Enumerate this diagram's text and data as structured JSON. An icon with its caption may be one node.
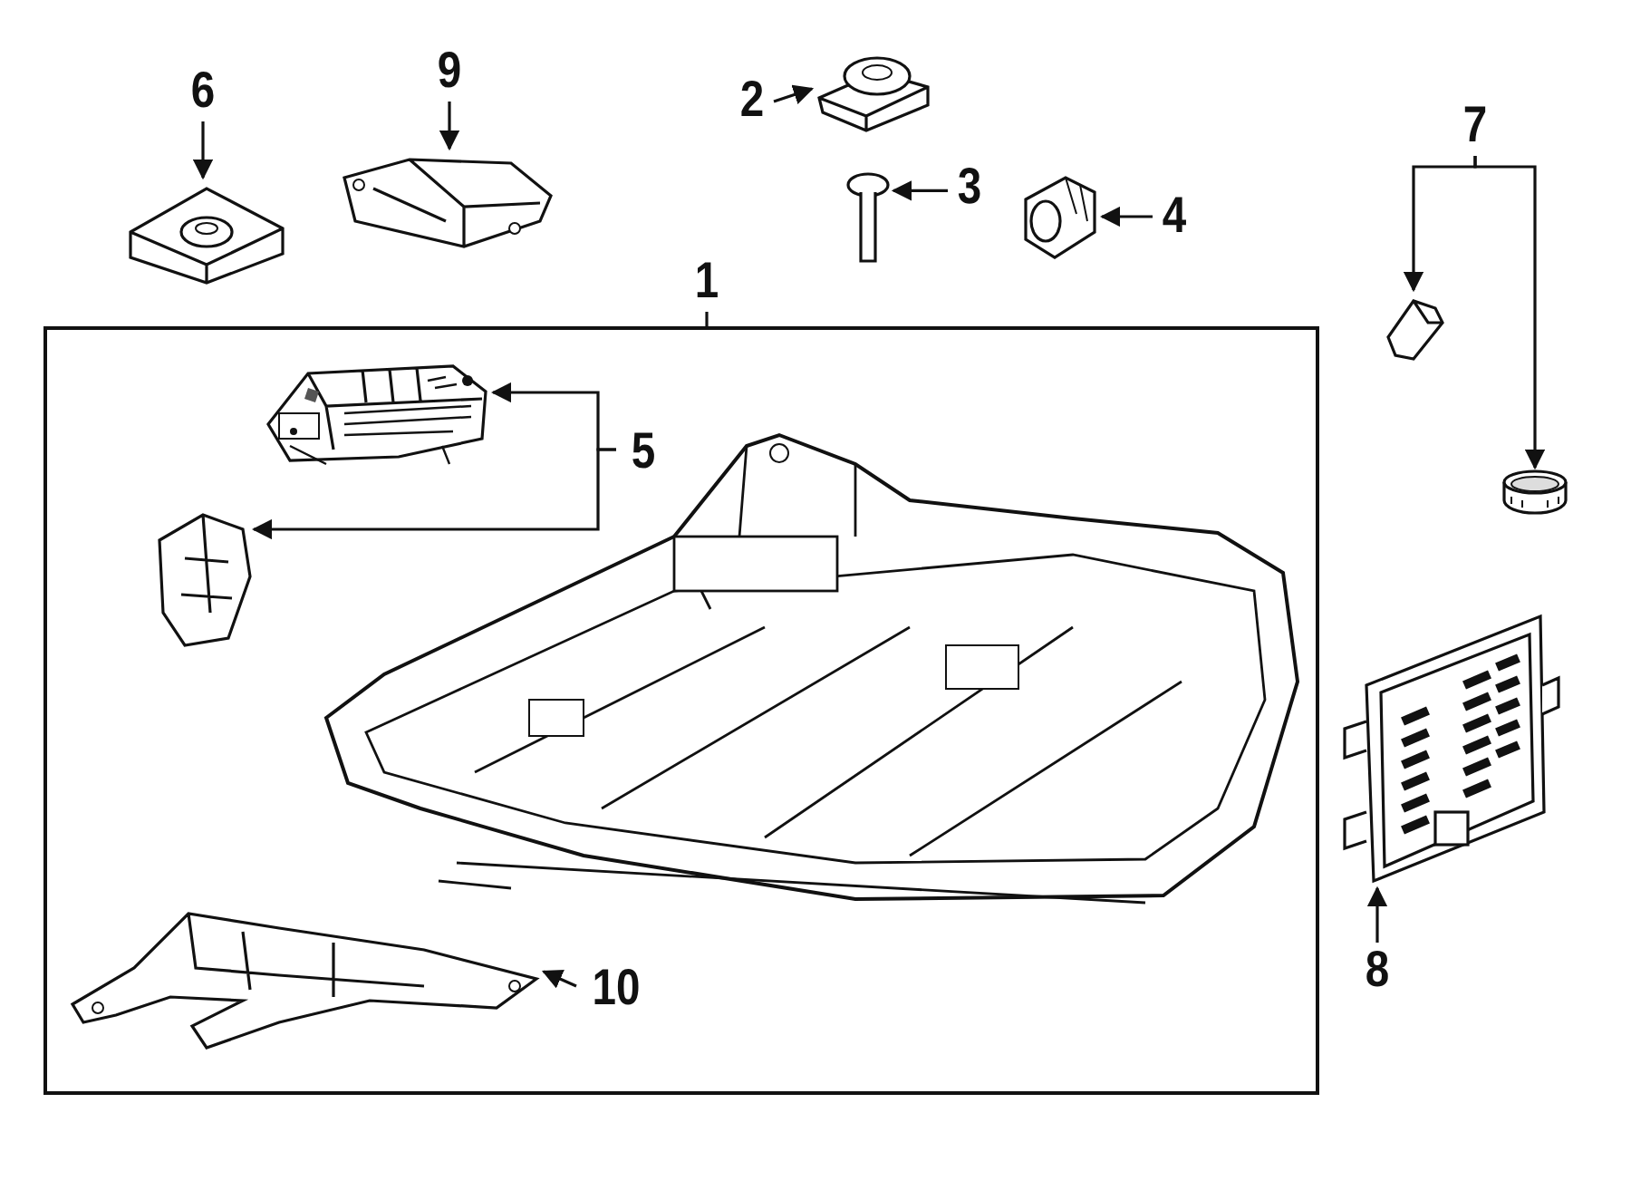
{
  "diagram": {
    "nodes": [
      {
        "text": [
          "1"
        ]
      },
      {
        "text": [],
        "shape": "box"
      },
      {
        "text": [
          "5"
        ],
        "in": 1
      },
      {
        "text": [],
        "shape": "picture",
        "in": 1
      },
      {
        "text": [],
        "shape": "picture",
        "in": 1
      },
      {
        "text": [
          "10"
        ],
        "in": 1
      },
      {
        "text": [],
        "shape": "picture",
        "in": 1
      },
      {
        "text": [
          "6"
        ]
      },
      {
        "text": [],
        "shape": "picture"
      },
      {
        "text": [
          "9"
        ]
      },
      {
        "text": [],
        "shape": "picture"
      },
      {
        "text": [
          "2"
        ]
      },
      {
        "text": [],
        "shape": "picture"
      },
      {
        "text": [
          "3"
        ]
      },
      {
        "text": [],
        "shape": "picture"
      },
      {
        "text": [
          "4"
        ]
      },
      {
        "text": [],
        "shape": "picture"
      },
      {
        "text": [
          "7"
        ]
      },
      {
        "text": [],
        "shape": "picture"
      },
      {
        "text": [],
        "shape": "picture"
      },
      {
        "text": [
          "8"
        ]
      },
      {
        "text": [],
        "shape": "picture"
      }
    ],
    "edges": [
      {
        "from": 0,
        "to": 1,
        "arrow": "none"
      },
      {
        "from": 2,
        "to": 3,
        "arrow": "to"
      },
      {
        "from": 2,
        "to": 4,
        "arrow": "to"
      },
      {
        "from": 5,
        "to": 6,
        "arrow": "to"
      },
      {
        "from": 7,
        "to": 8,
        "arrow": "to"
      },
      {
        "from": 9,
        "to": 10,
        "arrow": "to"
      },
      {
        "from": 11,
        "to": 12,
        "arrow": "to"
      },
      {
        "from": 13,
        "to": 14,
        "arrow": "to"
      },
      {
        "from": 15,
        "to": 16,
        "arrow": "to"
      },
      {
        "from": 17,
        "to": 18,
        "arrow": "to"
      },
      {
        "from": 17,
        "to": 19,
        "arrow": "to"
      },
      {
        "from": 20,
        "to": 21,
        "arrow": "to"
      }
    ]
  }
}
